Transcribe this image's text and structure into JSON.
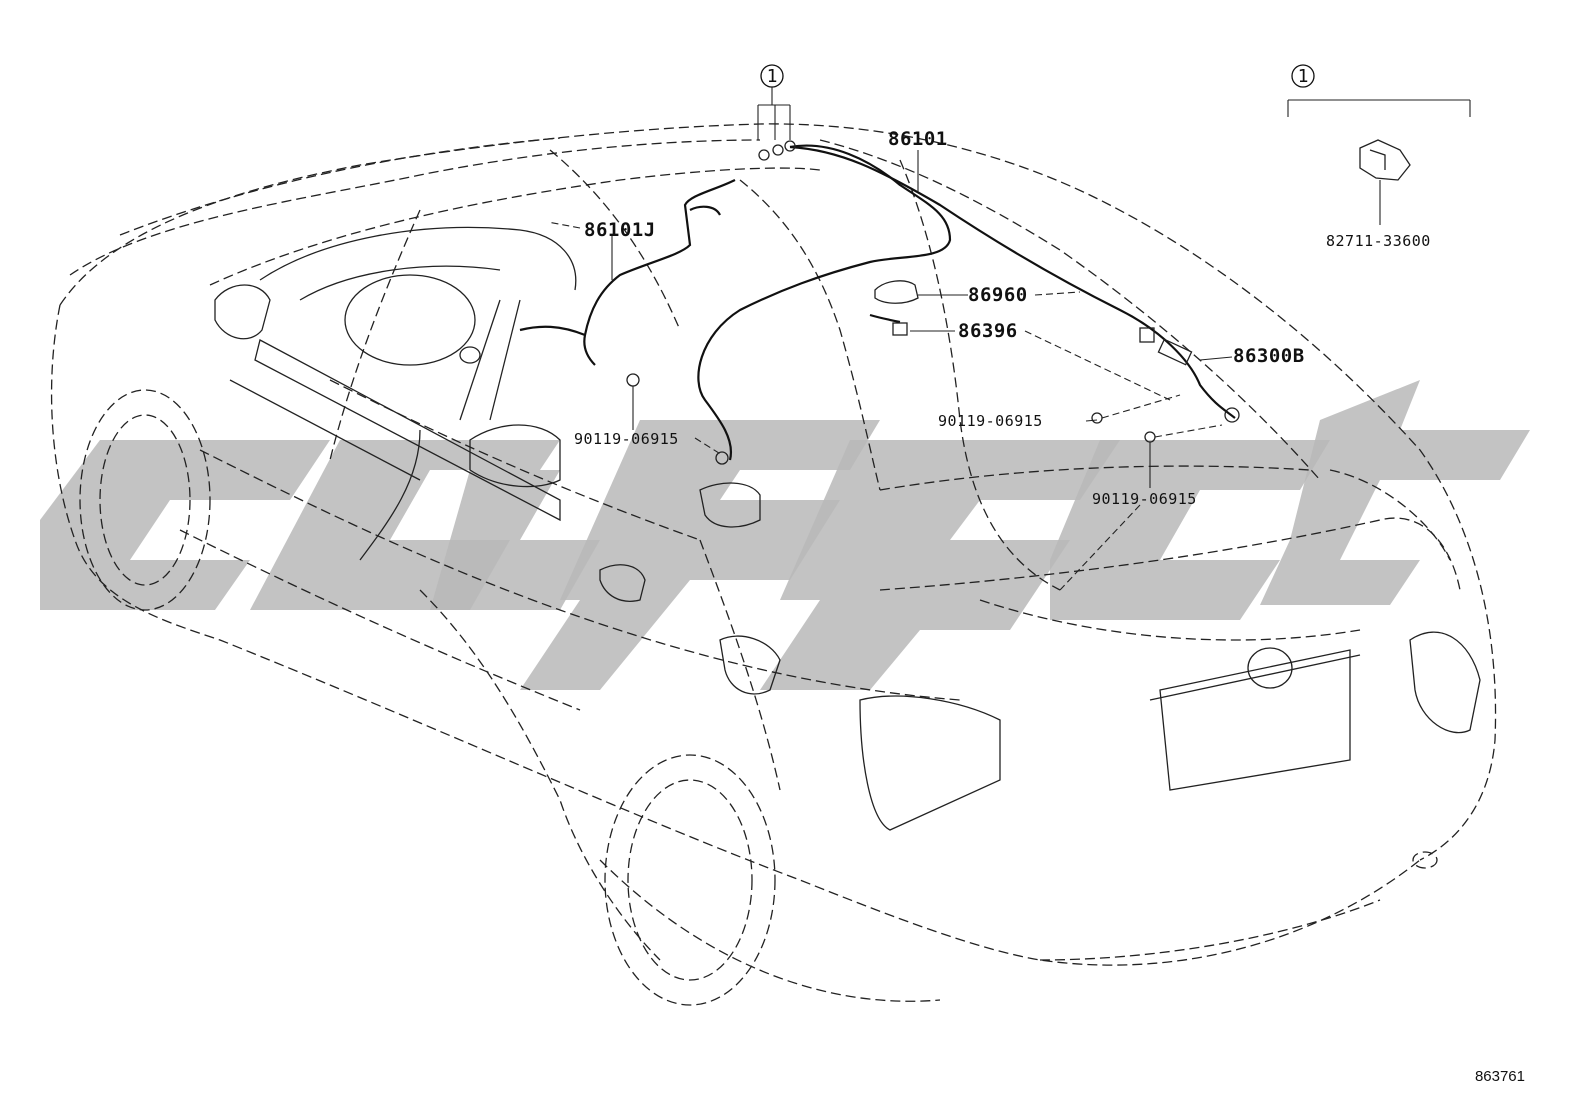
{
  "diagram": {
    "callout_symbol": "1",
    "parts": {
      "p86101": "86101",
      "p86101J": "86101J",
      "p86960": "86960",
      "p86396": "86396",
      "p86300B": "86300B",
      "p82711": "82711-33600",
      "bolt_a": "90119-06915",
      "bolt_b": "90119-06915",
      "bolt_c": "90119-06915"
    },
    "footer_code": "863761",
    "watermark_color": "#b9b9b9",
    "line_color": "#222222"
  }
}
